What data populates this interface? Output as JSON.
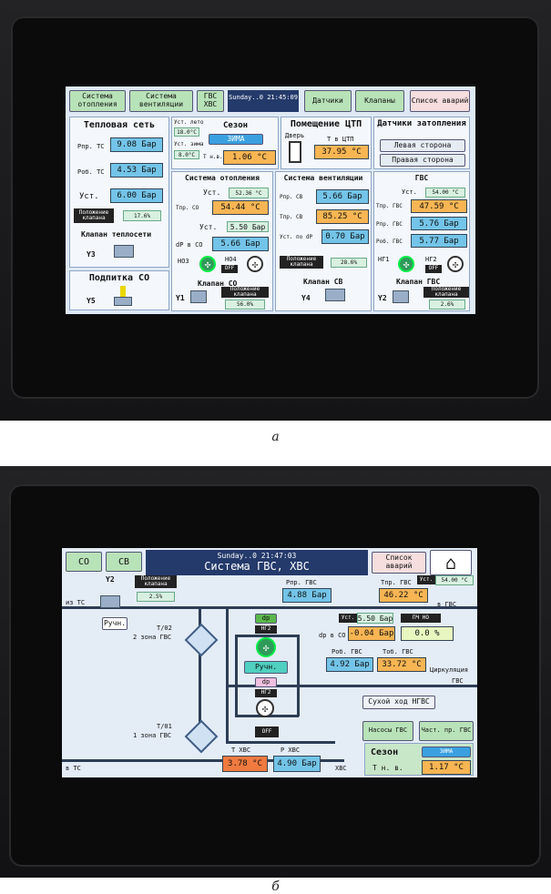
{
  "a": {
    "caption": "а",
    "nav": {
      "heating": "Система отопления",
      "vent": "Система вентиляции",
      "gvs": "ГВС ХВС",
      "datetime": "Sunday..0 21:45:09",
      "sensors": "Датчики",
      "valves": "Клапаны",
      "alarms": "Список аварий"
    },
    "heat_net": {
      "title": "Тепловая сеть",
      "p_supply_label": "Рпр. ТС",
      "p_supply": "9.08 Бар",
      "p_return_label": "Роб. ТС",
      "p_return": "4.53 Бар",
      "set_label": "Уст.",
      "set": "6.00 Бар",
      "valve_pos_label": "Положение клапана",
      "valve_pos": "17.6%",
      "valve_label": "Клапан теплосети",
      "y": "Y3"
    },
    "season": {
      "summer_label": "Уст. лето",
      "summer": "18.0°С",
      "title": "Сезон",
      "winter_label": "Уст. зима",
      "winter": "8.0°С",
      "mode": "ЗИМА",
      "tnv_label": "Т н.в.",
      "tnv": "1.06 °С"
    },
    "room": {
      "title": "Помещение ЦТП",
      "door_label": "Дверь",
      "t_label": "Т в ЦТП",
      "t": "37.95 °С"
    },
    "flood": {
      "title": "Датчики затопления",
      "left": "Левая сторона",
      "right": "Правая сторона"
    },
    "heating": {
      "title": "Система отопления",
      "set_label": "Уст.",
      "set_t": "52.36 °С",
      "t_supply_label": "Тпр. СО",
      "t_supply": "54.44 °С",
      "set2_label": "Уст.",
      "set_p": "5.50 Бар",
      "dp_label": "dP в СО",
      "dp": "5.66 Бар",
      "n3": "НО3",
      "n4": "НО4",
      "off": "OFF",
      "valve_label": "Клапан СО",
      "y": "Y1",
      "valve_pos_label": "Положение клапана",
      "valve_pos": "56.0%"
    },
    "vent": {
      "title": "Система вентиляции",
      "p_supply_label": "Рпр. СВ",
      "p_supply": "5.66 Бар",
      "t_supply_label": "Тпр. СВ",
      "t_supply": "85.25 °С",
      "dp_label": "Уст. по dP",
      "dp": "0.70 Бар",
      "valve_pos_label": "Положение клапана",
      "valve_pos": "28.6%",
      "valve_label": "Клапан СВ",
      "y": "Y4"
    },
    "gvs": {
      "title": "ГВС",
      "set_label": "Уст.",
      "set": "54.00 °С",
      "t_label": "Тпр. ГВС",
      "t": "47.59 °С",
      "p_label": "Рпр. ГВС",
      "p": "5.76 Бар",
      "pr_label": "Роб. ГВС",
      "pr": "5.77 Бар",
      "n1": "НГ1",
      "n2": "НГ2",
      "off": "OFF",
      "valve_label": "Клапан ГВС",
      "y": "Y2",
      "valve_pos_label": "Положение клапана",
      "valve_pos": "2.6%"
    },
    "makeup": {
      "title": "Подпитка СО",
      "y": "Y5"
    }
  },
  "b": {
    "caption": "б",
    "nav": {
      "co": "СО",
      "cv": "СВ",
      "datetime": "Sunday..0 21:47:03",
      "title": "Система ГВС, ХВС",
      "alarms": "Список аварий"
    },
    "y2": "Y2",
    "valve_pos_label": "Положение клапана",
    "valve_pos": "2.5%",
    "from_ts": "из ТС",
    "manual": "Ручн.",
    "t02": "Т/02",
    "zone2": "2 зона ГВС",
    "t01": "Т/01",
    "zone1": "1 зона ГВС",
    "to_ts": "в ТС",
    "p_supply_label": "Рпр. ГВС",
    "p_supply": "4.88 Бар",
    "t_supply_label": "Тпр. ГВС",
    "set_label": "Уст.",
    "set": "54.00 °С",
    "t_supply": "46.22 °С",
    "to_gvs": "в ГВС",
    "dp": "dp",
    "ng2": "НГ2",
    "manual2": "Ручн.",
    "dp2": "dp",
    "ng2b": "НГ2",
    "off": "OFF",
    "set2_label": "Уст.",
    "set2": "5.50 Бар",
    "dp_co_label": "dp в СО",
    "dp_co": "-0.04 Бар",
    "pch_label": "ПЧ НО",
    "pch": "0.0 %",
    "p_return_label": "Роб. ГВС",
    "p_return": "4.92 Бар",
    "t_return_label": "Тоб. ГВС",
    "t_return": "33.72 °С",
    "circ": "Циркуляция",
    "gvs": "ГВС",
    "dry": "Сухой ход НГВС",
    "pumps": "Насосы ГВС",
    "freq": "Част. пр. ГВС",
    "t_hvs_label": "Т ХВС",
    "t_hvs": "3.78 °С",
    "p_hvs_label": "Р ХВС",
    "p_hvs": "4.90 Бар",
    "hvs": "ХВС",
    "season": "Сезон",
    "winter": "ЗИМА",
    "tnv_label": "Т н. в.",
    "tnv": "1.17 °С"
  }
}
